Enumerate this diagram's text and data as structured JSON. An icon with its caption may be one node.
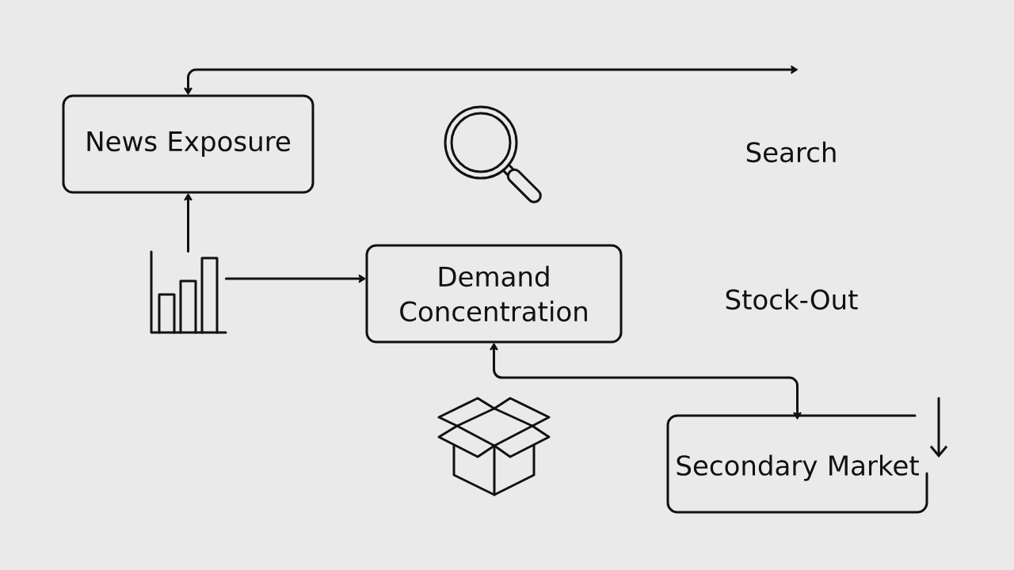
{
  "diagram": {
    "nodes": [
      {
        "text": [
          "News Exposure"
        ]
      },
      {
        "text": [],
        "shape": "picture"
      },
      {
        "text": [
          "Demand Concentration"
        ]
      },
      {
        "text": [
          "Secondary Market"
        ]
      }
    ],
    "edges": [
      {
        "from": 1,
        "to": 0,
        "arrow": "to"
      },
      {
        "from": 1,
        "to": 2,
        "arrow": "to"
      },
      {
        "from": null,
        "to": 0,
        "arrow": "both"
      },
      {
        "from": 2,
        "to": 3,
        "arrow": "both"
      }
    ],
    "labels": [
      "Search",
      "Stock-Out"
    ]
  }
}
